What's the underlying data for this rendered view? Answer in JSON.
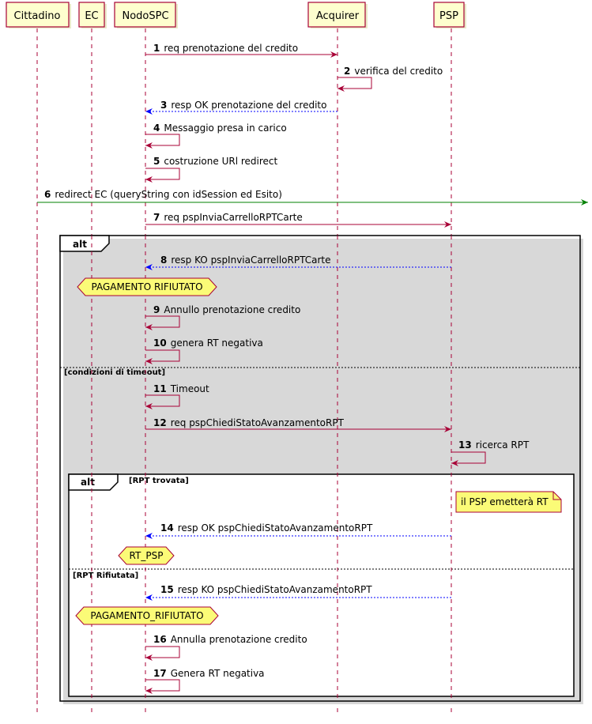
{
  "participants": [
    {
      "id": "cittadino",
      "label": "Cittadino"
    },
    {
      "id": "ec",
      "label": "EC"
    },
    {
      "id": "nodospc",
      "label": "NodoSPC"
    },
    {
      "id": "acquirer",
      "label": "Acquirer"
    },
    {
      "id": "psp",
      "label": "PSP"
    }
  ],
  "messages": [
    {
      "num": "1",
      "label": "req prenotazione del credito",
      "from": "nodospc",
      "to": "acquirer",
      "style": "solid",
      "color": "#a80036"
    },
    {
      "num": "2",
      "label": "verifica del credito",
      "from": "acquirer",
      "to": "acquirer",
      "style": "self",
      "color": "#a80036"
    },
    {
      "num": "3",
      "label": "resp OK prenotazione del credito",
      "from": "acquirer",
      "to": "nodospc",
      "style": "dashed",
      "color": "#0000ff"
    },
    {
      "num": "4",
      "label": "Messaggio presa in carico",
      "from": "nodospc",
      "to": "nodospc",
      "style": "self",
      "color": "#a80036"
    },
    {
      "num": "5",
      "label": "costruzione URl redirect",
      "from": "nodospc",
      "to": "nodospc",
      "style": "self",
      "color": "#a80036"
    },
    {
      "num": "6",
      "label": "redirect EC (queryString con idSession ed Esito)",
      "from": "cittadino",
      "to": "edge",
      "style": "solid",
      "color": "#008000"
    },
    {
      "num": "7",
      "label": "req pspInviaCarrelloRPTCarte",
      "from": "nodospc",
      "to": "psp",
      "style": "solid",
      "color": "#a80036"
    },
    {
      "num": "8",
      "label": "resp KO pspInviaCarrelloRPTCarte",
      "from": "psp",
      "to": "nodospc",
      "style": "dashed",
      "color": "#0000ff"
    },
    {
      "num": "9",
      "label": "Annullo prenotazione credito",
      "from": "nodospc",
      "to": "nodospc",
      "style": "self",
      "color": "#a80036"
    },
    {
      "num": "10",
      "label": "genera RT negativa",
      "from": "nodospc",
      "to": "nodospc",
      "style": "self",
      "color": "#a80036"
    },
    {
      "num": "11",
      "label": "Timeout",
      "from": "nodospc",
      "to": "nodospc",
      "style": "self",
      "color": "#a80036"
    },
    {
      "num": "12",
      "label": "req pspChiediStatoAvanzamentoRPT",
      "from": "nodospc",
      "to": "psp",
      "style": "solid",
      "color": "#a80036"
    },
    {
      "num": "13",
      "label": "ricerca RPT",
      "from": "psp",
      "to": "psp",
      "style": "self",
      "color": "#a80036"
    },
    {
      "num": "14",
      "label": "resp OK  pspChiediStatoAvanzamentoRPT",
      "from": "psp",
      "to": "nodospc",
      "style": "dashed",
      "color": "#0000ff"
    },
    {
      "num": "15",
      "label": "resp KO  pspChiediStatoAvanzamentoRPT",
      "from": "psp",
      "to": "nodospc",
      "style": "dashed",
      "color": "#0000ff"
    },
    {
      "num": "16",
      "label": "Annulla prenotazione credito",
      "from": "nodospc",
      "to": "nodospc",
      "style": "self",
      "color": "#a80036"
    },
    {
      "num": "17",
      "label": "Genera RT negativa",
      "from": "nodospc",
      "to": "nodospc",
      "style": "self",
      "color": "#a80036"
    }
  ],
  "fragments": {
    "outer": {
      "keyword": "alt",
      "else_guard": "[condizioni di timeout]"
    },
    "inner": {
      "keyword": "alt",
      "guard": "[RPT trovata]",
      "else_guard": "[RPT Rifiutata]"
    }
  },
  "hexagons": [
    {
      "label": "PAGAMENTO RIFIUTATO"
    },
    {
      "label": "RT_PSP"
    },
    {
      "label": "PAGAMENTO_RIFIUTATO"
    }
  ],
  "notes": [
    {
      "label": "il PSP emetterà RT"
    }
  ],
  "colors": {
    "participant_fill": "#fefece",
    "participant_border": "#a80036",
    "lifeline": "#a80036",
    "request_arrow": "#a80036",
    "response_arrow": "#0000ff",
    "redirect_arrow": "#008000",
    "note_fill": "#fbfb77",
    "hexagon_fill": "#fbfb77"
  }
}
